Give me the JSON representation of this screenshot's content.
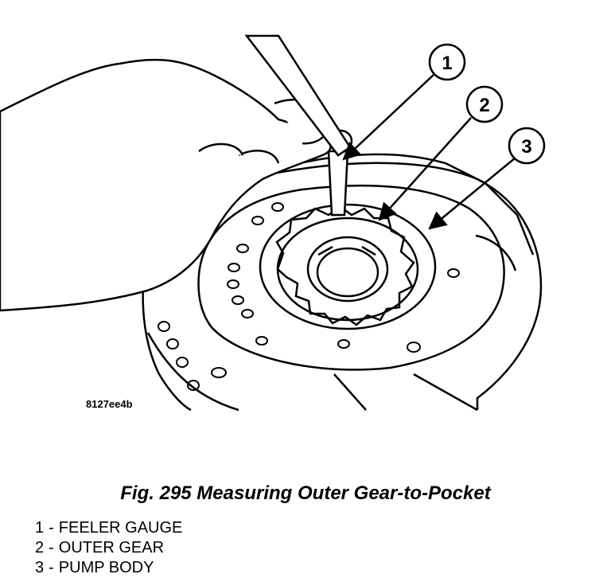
{
  "figure": {
    "ref_code": "8127ee4b",
    "caption": "Fig. 295 Measuring Outer Gear-to-Pocket",
    "callouts": [
      "1",
      "2",
      "3"
    ],
    "legend": [
      {
        "number": "1",
        "label": "FEELER GAUGE"
      },
      {
        "number": "2",
        "label": "OUTER GEAR"
      },
      {
        "number": "3",
        "label": "PUMP BODY"
      }
    ]
  }
}
